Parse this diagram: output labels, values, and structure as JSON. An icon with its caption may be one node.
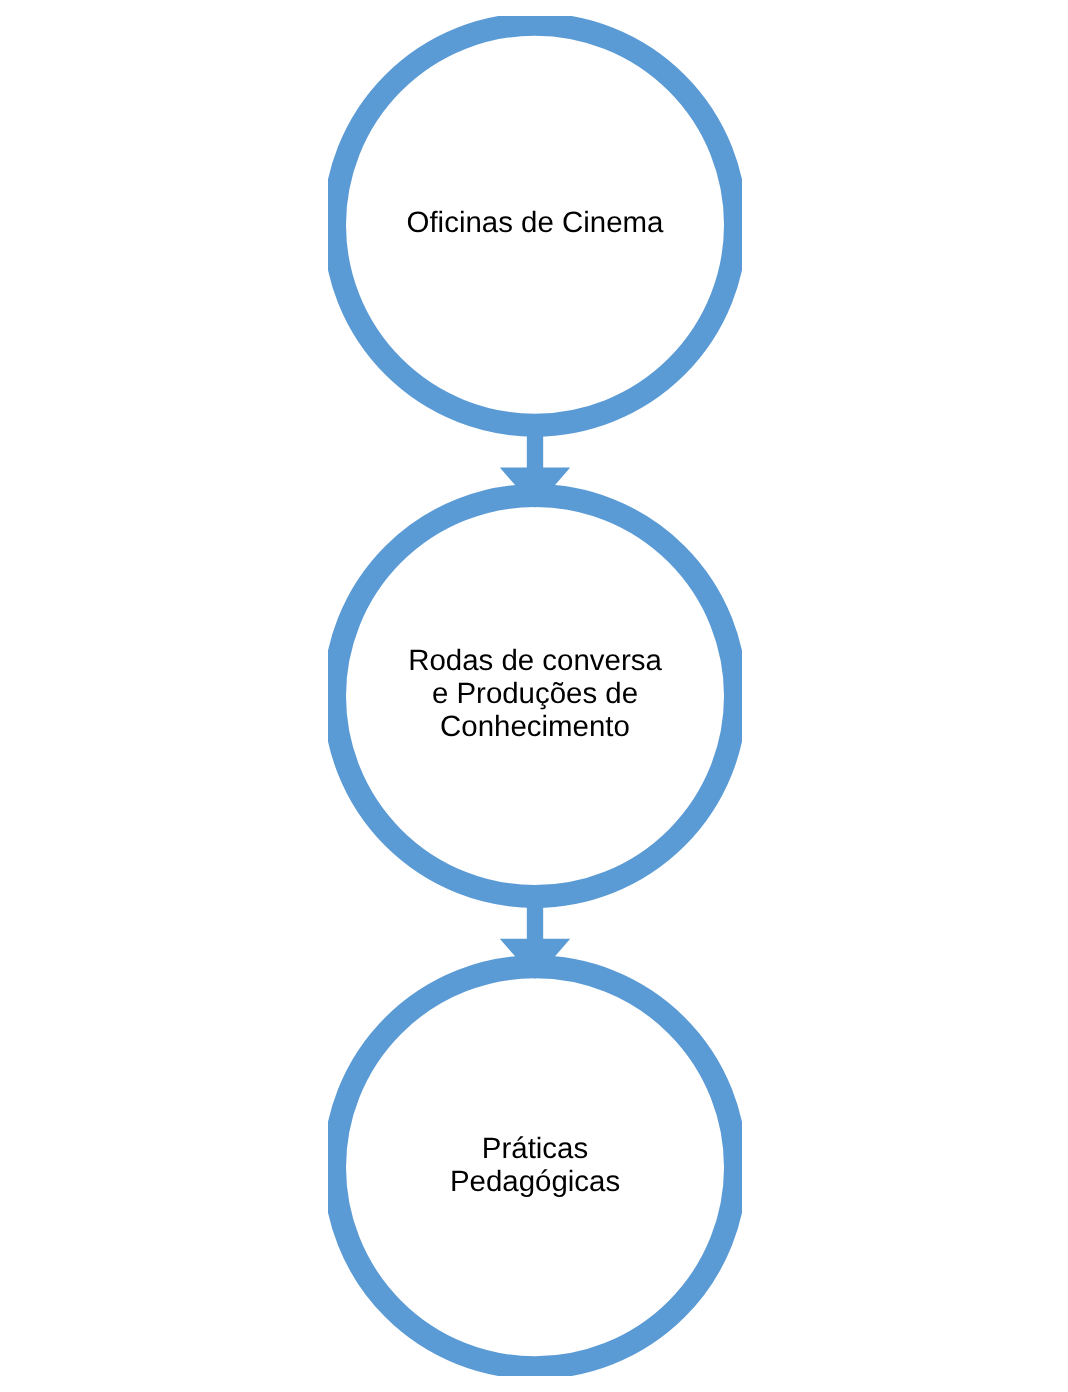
{
  "diagram": {
    "nodes": [
      {
        "text": [
          "Oficinas de Cinema"
        ]
      },
      {
        "text": [
          "Rodas de conversa e Produções de Conhecimento"
        ]
      },
      {
        "text": [
          "Práticas Pedagógicas"
        ]
      }
    ],
    "edges": [
      {
        "from": 0,
        "to": 1,
        "arrow": "to"
      },
      {
        "from": 1,
        "to": 2,
        "arrow": "to"
      }
    ]
  }
}
